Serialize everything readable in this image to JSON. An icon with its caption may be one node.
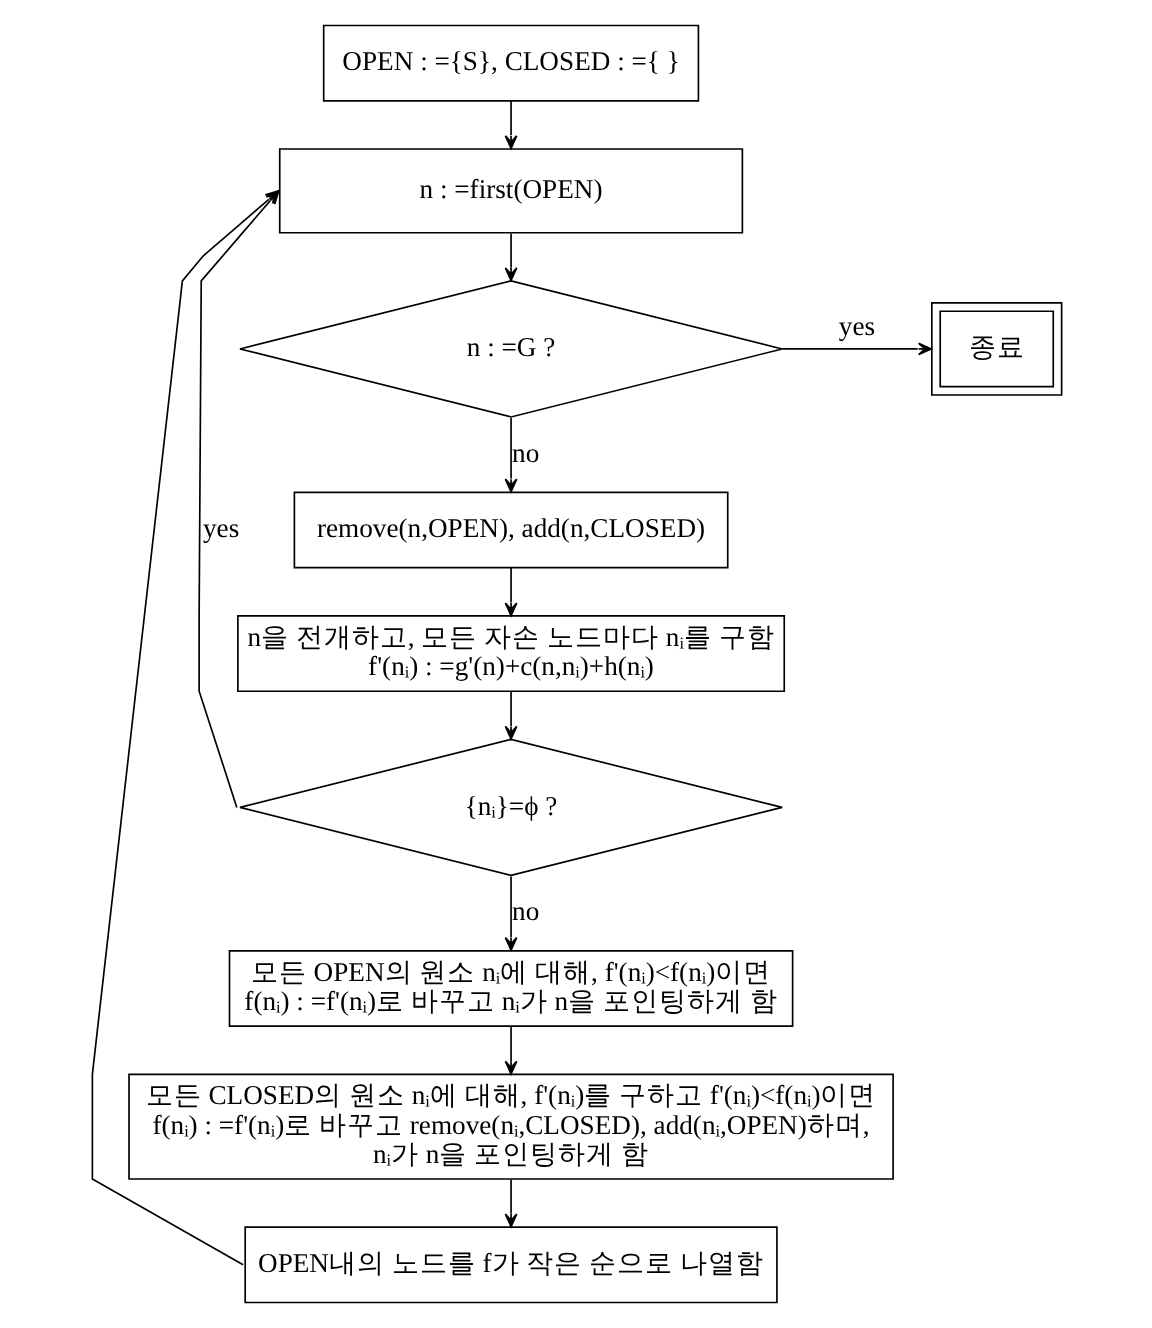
{
  "diagram": {
    "nodes": [
      {
        "text": [
          "OPEN : ={S}, CLOSED : ={ }"
        ]
      },
      {
        "text": [
          "n : =first(OPEN)"
        ]
      },
      {
        "text": [
          "n : =G ?"
        ]
      },
      {
        "text": [
          "종료"
        ]
      },
      {
        "text": [
          "remove(n,OPEN), add(n,CLOSED)"
        ]
      },
      {
        "text": [
          "n을 전개하고, 모든 자손 노드마다 nᵢ를 구함",
          "f'(nᵢ) : =g'(n)+c(n,nᵢ)+h(nᵢ)"
        ]
      },
      {
        "text": [
          "{nᵢ}=ϕ ?"
        ]
      },
      {
        "text": [
          "모든 OPEN의 원소 nᵢ에 대해, f'(nᵢ)<f(nᵢ)이면 f(nᵢ) : =f'(nᵢ)로 바꾸고 nᵢ가 n을 포인팅하게 함"
        ]
      },
      {
        "text": [
          "모든 CLOSED의 원소 nᵢ에 대해, f'(nᵢ)를 구하고 f'(nᵢ)<f(nᵢ)이면 f(nᵢ) : =f'(nᵢ)로 바꾸고 remove(nᵢ,CLOSED), add(nᵢ,OPEN)하며, nᵢ가 n을 포인팅하게 함"
        ]
      },
      {
        "text": [
          "OPEN내의 노드를 f가 작은 순으로 나열함"
        ]
      }
    ],
    "edges": [
      {
        "from": 0,
        "to": 1,
        "arrow": "to"
      },
      {
        "from": 1,
        "to": 2,
        "arrow": "to"
      },
      {
        "from": 2,
        "to": 3,
        "arrow": "to",
        "label": "yes"
      },
      {
        "from": 2,
        "to": 4,
        "arrow": "to",
        "label": "no"
      },
      {
        "from": 4,
        "to": 5,
        "arrow": "to"
      },
      {
        "from": 5,
        "to": 6,
        "arrow": "to"
      },
      {
        "from": 6,
        "to": 1,
        "arrow": "to",
        "label": "yes"
      },
      {
        "from": 6,
        "to": 7,
        "arrow": "to",
        "label": "no"
      },
      {
        "from": 7,
        "to": 8,
        "arrow": "to"
      },
      {
        "from": 8,
        "to": 9,
        "arrow": "to"
      },
      {
        "from": 9,
        "to": 1,
        "arrow": "to"
      }
    ]
  }
}
